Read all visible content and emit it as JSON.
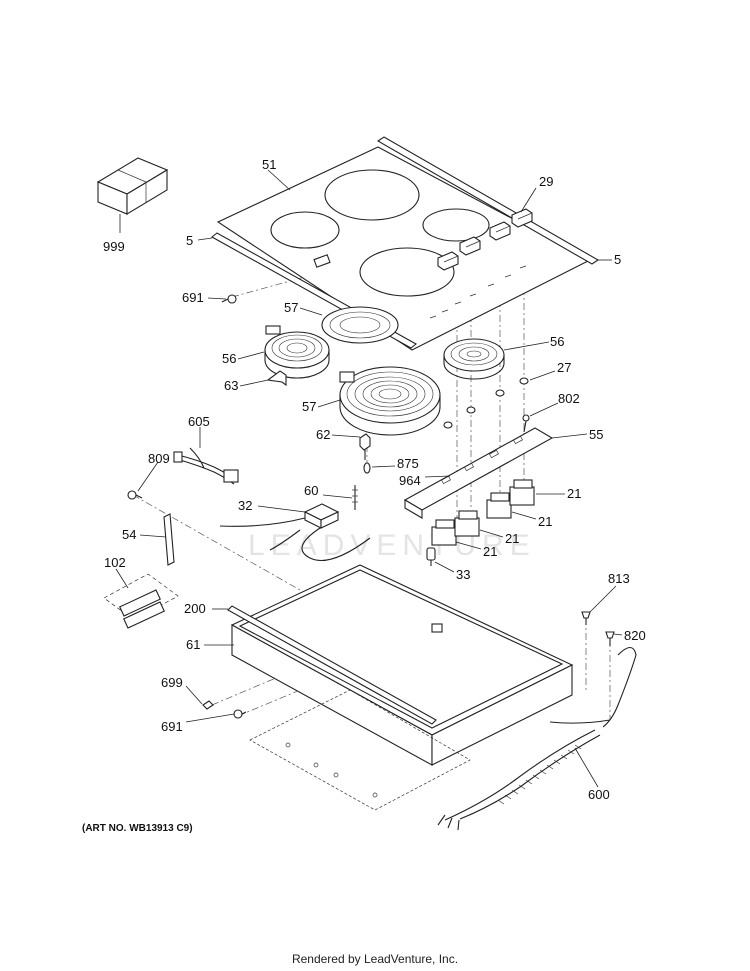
{
  "watermark": "LEADVENTURE",
  "art_number": "(ART NO. WB13913 C9)",
  "footer": "Rendered by LeadVenture, Inc.",
  "callouts": [
    {
      "id": "c999",
      "text": "999"
    },
    {
      "id": "c51",
      "text": "51"
    },
    {
      "id": "c29",
      "text": "29"
    },
    {
      "id": "c5a",
      "text": "5"
    },
    {
      "id": "c5b",
      "text": "5"
    },
    {
      "id": "c691a",
      "text": "691"
    },
    {
      "id": "c57a",
      "text": "57"
    },
    {
      "id": "c56a",
      "text": "56"
    },
    {
      "id": "c56b",
      "text": "56"
    },
    {
      "id": "c27",
      "text": "27"
    },
    {
      "id": "c63",
      "text": "63"
    },
    {
      "id": "c57b",
      "text": "57"
    },
    {
      "id": "c802",
      "text": "802"
    },
    {
      "id": "c605",
      "text": "605"
    },
    {
      "id": "c62",
      "text": "62"
    },
    {
      "id": "c55",
      "text": "55"
    },
    {
      "id": "c809",
      "text": "809"
    },
    {
      "id": "c875",
      "text": "875"
    },
    {
      "id": "c964",
      "text": "964"
    },
    {
      "id": "c60",
      "text": "60"
    },
    {
      "id": "c21a",
      "text": "21"
    },
    {
      "id": "c32",
      "text": "32"
    },
    {
      "id": "c21b",
      "text": "21"
    },
    {
      "id": "c54",
      "text": "54"
    },
    {
      "id": "c21c",
      "text": "21"
    },
    {
      "id": "c21d",
      "text": "21"
    },
    {
      "id": "c102",
      "text": "102"
    },
    {
      "id": "c33",
      "text": "33"
    },
    {
      "id": "c813",
      "text": "813"
    },
    {
      "id": "c200",
      "text": "200"
    },
    {
      "id": "c820",
      "text": "820"
    },
    {
      "id": "c61",
      "text": "61"
    },
    {
      "id": "c699",
      "text": "699"
    },
    {
      "id": "c691b",
      "text": "691"
    },
    {
      "id": "c600",
      "text": "600"
    }
  ]
}
